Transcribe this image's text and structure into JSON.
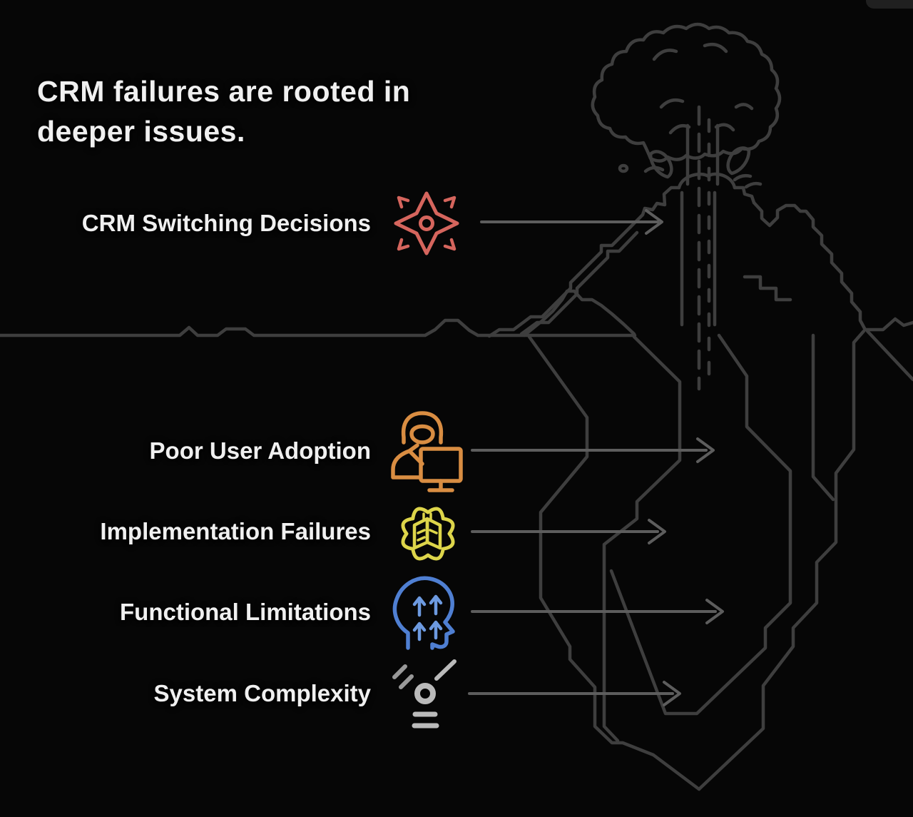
{
  "title": {
    "line1": "CRM failures are rooted in",
    "line2": "deeper issues."
  },
  "labels": [
    {
      "text": "CRM Switching Decisions",
      "icon": "compass-star-icon",
      "color": "#d5655d"
    },
    {
      "text": "Poor User Adoption",
      "icon": "user-computer-icon",
      "color": "#d98d42"
    },
    {
      "text": "Implementation Failures",
      "icon": "gear-document-icon",
      "color": "#ddd54a"
    },
    {
      "text": "Functional Limitations",
      "icon": "head-arrows-icon",
      "color": "#4f7fd2",
      "accent": "#6d9ae0"
    },
    {
      "text": "System Complexity",
      "icon": "scatter-network-icon",
      "color": "#bababa",
      "accent": "#989898"
    }
  ],
  "palette": {
    "background": "#060606",
    "illustration_line": "#3e3e3e",
    "arrow_line": "#5d5d5d",
    "text": "#f0f0f0"
  }
}
